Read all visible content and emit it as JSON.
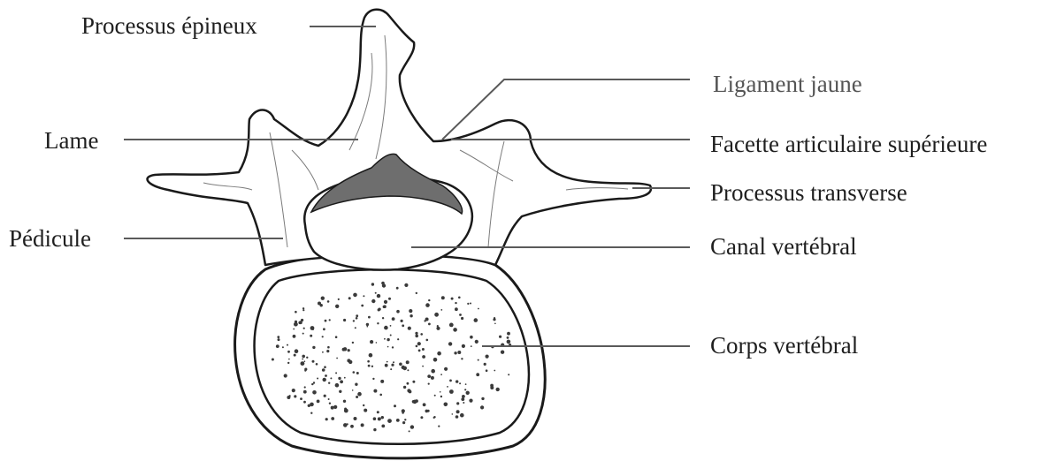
{
  "labels": {
    "processus_epineux": "Processus épineux",
    "ligament_jaune": "Ligament jaune",
    "lame": "Lame",
    "facette_articulaire": "Facette articulaire supérieure",
    "processus_transverse": "Processus transverse",
    "pedicule": "Pédicule",
    "canal_vertebral": "Canal vertébral",
    "corps_vertebral": "Corps vertébral"
  },
  "colors": {
    "outline": "#1a1a1a",
    "leader": "#5a5a5a",
    "ligament_fill": "#6e6e6e",
    "bone_fill": "#ffffff"
  }
}
